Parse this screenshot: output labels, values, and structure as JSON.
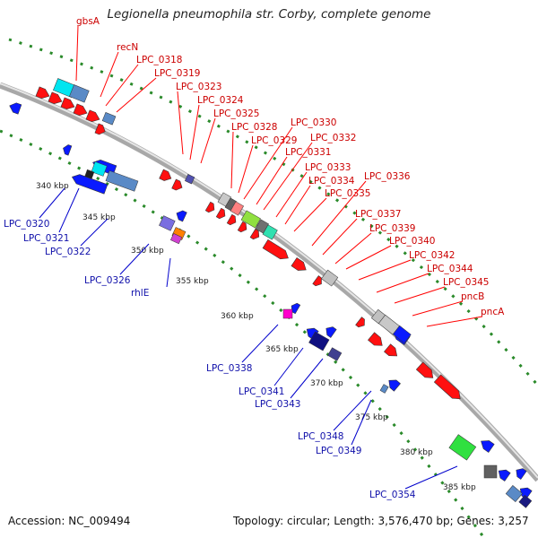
{
  "title": "Legionella pneumophila str. Corby, complete genome",
  "accession": "Accession: NC_009494",
  "topology": "Topology: circular; Length: 3,576,470 bp; Genes: 3,257",
  "colors": {
    "forward": "#ff0000",
    "reverse": "#0000ff",
    "backbone": "#808080",
    "ticks": "#228B22"
  },
  "kbp_ticks": [
    "340 kbp",
    "345 kbp",
    "350 kbp",
    "355 kbp",
    "360 kbp",
    "365 kbp",
    "370 kbp",
    "375 kbp",
    "380 kbp",
    "385 kbp"
  ],
  "forward_genes": [
    "gbsA",
    "recN",
    "LPC_0318",
    "LPC_0319",
    "LPC_0323",
    "LPC_0324",
    "LPC_0325",
    "LPC_0328",
    "LPC_0329",
    "LPC_0330",
    "LPC_0331",
    "LPC_0332",
    "LPC_0333",
    "LPC_0334",
    "LPC_0335",
    "LPC_0336",
    "LPC_0337",
    "LPC_0339",
    "LPC_0340",
    "LPC_0342",
    "LPC_0344",
    "LPC_0345",
    "pncB",
    "pncA"
  ],
  "reverse_genes": [
    "LPC_0320",
    "LPC_0321",
    "LPC_0322",
    "LPC_0326",
    "rhlE",
    "LPC_0338",
    "LPC_0341",
    "LPC_0343",
    "LPC_0348",
    "LPC_0349",
    "LPC_0354"
  ]
}
